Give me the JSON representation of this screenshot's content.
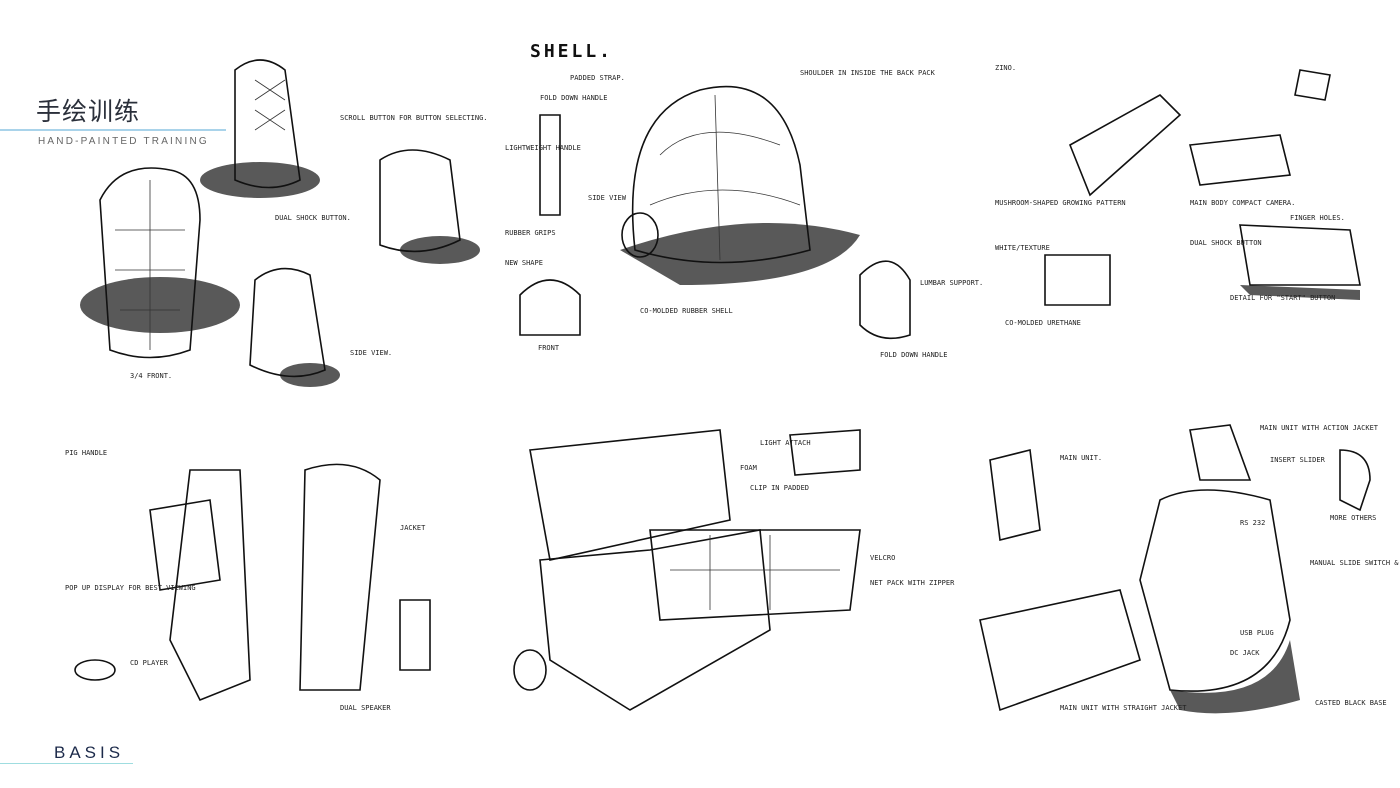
{
  "header": {
    "title_cn": "手绘训练",
    "title_en": "HAND-PAINTED TRAINING"
  },
  "footer": {
    "brand": "BASIS"
  },
  "panels": {
    "backpack": {
      "labels": [
        "SCROLL BUTTON FOR BUTTON SELECTING.",
        "DUAL SHOCK BUTTON.",
        "3/4 FRONT.",
        "SIDE VIEW."
      ]
    },
    "shell": {
      "title": "SHELL.",
      "labels": [
        "PADDED STRAP.",
        "FOLD DOWN HANDLE",
        "LIGHTWEIGHT HANDLE",
        "SIDE VIEW",
        "RUBBER GRIPS",
        "NEW SHAPE",
        "FRONT",
        "CO-MOLDED RUBBER SHELL",
        "SHOULDER IN INSIDE THE BACK PACK",
        "LUMBAR SUPPORT.",
        "FOLD DOWN HANDLE"
      ]
    },
    "drone": {
      "title": "ZINO.",
      "labels": [
        "MUSHROOM-SHAPED GROWING PATTERN",
        "WHITE/TEXTURE",
        "MAIN BODY COMPACT CAMERA.",
        "DUAL SHOCK BUTTON",
        "FINGER HOLES.",
        "DETAIL FOR \"START\" BUTTON",
        "CO-MOLDED URETHANE"
      ]
    },
    "player": {
      "labels": [
        "PIG HANDLE",
        "POP UP DISPLAY FOR BEST VIEWING",
        "CD PLAYER",
        "DUAL SPEAKER",
        "JACKET"
      ]
    },
    "case": {
      "labels": [
        "LIGHT ATTACH",
        "FOAM",
        "CLIP IN PADDED",
        "VELCRO",
        "NET PACK WITH ZIPPER"
      ]
    },
    "unit": {
      "labels": [
        "MAIN UNIT.",
        "MAIN UNIT WITH ACTION JACKET",
        "INSERT SLIDER",
        "MORE OTHERS",
        "RS 232",
        "MANUAL SLIDE SWITCH & LOCK SYSTEM.",
        "USB PLUG",
        "DC JACK",
        "MAIN UNIT WITH STRAIGHT JACKET",
        "CASTED BLACK BASE"
      ]
    }
  }
}
